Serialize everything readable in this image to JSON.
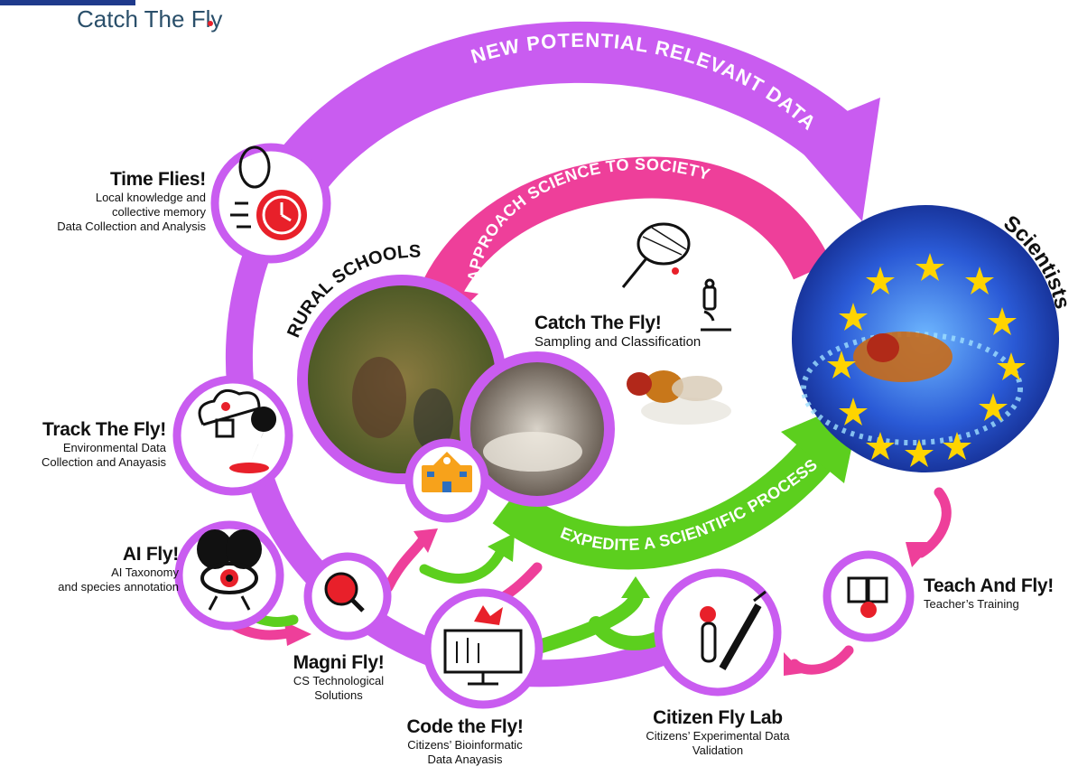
{
  "logo": {
    "tagline": "Catch The Fly"
  },
  "arcs": {
    "outer": "NEW POTENTIAL RELEVANT DATA",
    "middle": "APPROACH SCIENCE TO SOCIETY",
    "green": "EXPEDITE A SCIENTIFIC PROCESS",
    "schools": "RURAL SCHOOLS",
    "scientists": "Scientists"
  },
  "nodes": {
    "time_flies": {
      "title": "Time Flies!",
      "desc": [
        "Local knowledge and",
        "collective memory",
        "Data Collection and Analysis"
      ]
    },
    "track_fly": {
      "title": "Track The Fly!",
      "desc": [
        "Environmental Data",
        "Collection and Anayasis"
      ]
    },
    "ai_fly": {
      "title": "AI Fly!",
      "desc": [
        "AI Taxonomy",
        "and species annotation"
      ]
    },
    "magni_fly": {
      "title": "Magni Fly!",
      "desc": [
        "CS Technological",
        "Solutions"
      ]
    },
    "code_fly": {
      "title": "Code the Fly!",
      "desc": [
        "Citizens’ Bioinformatic",
        "Data Anayasis"
      ]
    },
    "citizen_lab": {
      "title": "Citizen Fly Lab",
      "desc": [
        "Citizens’ Experimental Data",
        "Validation"
      ]
    },
    "teach_fly": {
      "title": "Teach And Fly!",
      "desc": [
        "Teacher’s Training"
      ]
    },
    "catch_fly": {
      "title": "Catch The Fly!",
      "desc": [
        "Sampling and Classification"
      ]
    }
  },
  "colors": {
    "purple": "#c95cf0",
    "pink": "#ee3f9a",
    "green": "#5ccf1e",
    "red": "#e8202a",
    "navy": "#1b2c8c"
  }
}
